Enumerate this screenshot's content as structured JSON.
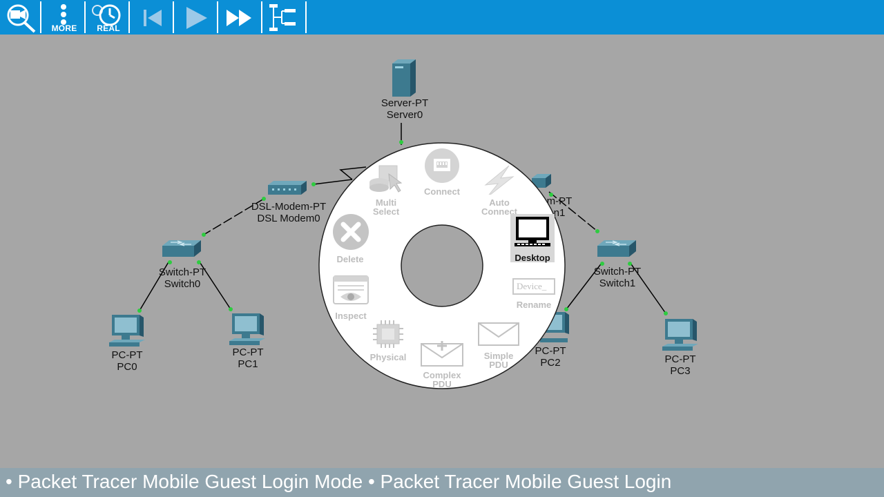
{
  "toolbar": {
    "buttons": [
      {
        "id": "inspect-canvas",
        "label": "",
        "icon": "view-inspect-icon"
      },
      {
        "id": "more",
        "label": "MORE",
        "icon": "more-vertical-icon"
      },
      {
        "id": "realtime",
        "label": "REAL",
        "icon": "clock-icon"
      },
      {
        "id": "step-back",
        "label": "",
        "icon": "step-back-icon"
      },
      {
        "id": "play",
        "label": "",
        "icon": "play-icon"
      },
      {
        "id": "fast-forward",
        "label": "",
        "icon": "fast-forward-icon"
      },
      {
        "id": "topology",
        "label": "",
        "icon": "topology-tree-icon"
      }
    ]
  },
  "devices": [
    {
      "id": "server0",
      "line1": "Server-PT",
      "line2": "Server0"
    },
    {
      "id": "dslmodem0",
      "line1": "DSL-Modem-PT",
      "line2": "DSL Modem0"
    },
    {
      "id": "modem1",
      "line1": "m-PT",
      "line2": "n1"
    },
    {
      "id": "switch0",
      "line1": "Switch-PT",
      "line2": "Switch0"
    },
    {
      "id": "switch1",
      "line1": "Switch-PT",
      "line2": "Switch1"
    },
    {
      "id": "pc0",
      "line1": "PC-PT",
      "line2": "PC0"
    },
    {
      "id": "pc1",
      "line1": "PC-PT",
      "line2": "PC1"
    },
    {
      "id": "pc2",
      "line1": "PC-PT",
      "line2": "PC2"
    },
    {
      "id": "pc3",
      "line1": "PC-PT",
      "line2": "PC3"
    }
  ],
  "radial_menu": {
    "items": [
      {
        "id": "multi-select",
        "label": "Multi\nSelect",
        "icon": "multi-select-icon",
        "active": false
      },
      {
        "id": "connect",
        "label": "Connect",
        "icon": "connect-port-icon",
        "active": false
      },
      {
        "id": "auto-connect",
        "label": "Auto\nConnect",
        "icon": "lightning-icon",
        "active": false
      },
      {
        "id": "delete",
        "label": "Delete",
        "icon": "delete-x-icon",
        "active": false
      },
      {
        "id": "desktop",
        "label": "Desktop",
        "icon": "desktop-monitor-icon",
        "active": true
      },
      {
        "id": "inspect",
        "label": "Inspect",
        "icon": "inspect-eye-icon",
        "active": false
      },
      {
        "id": "rename",
        "label": "Rename",
        "icon": "rename-field-icon",
        "field_text": "Device_",
        "active": false
      },
      {
        "id": "physical",
        "label": "Physical",
        "icon": "chip-icon",
        "active": false
      },
      {
        "id": "complex-pdu",
        "label": "Complex\nPDU",
        "icon": "envelope-plus-icon",
        "active": false
      },
      {
        "id": "simple-pdu",
        "label": "Simple\nPDU",
        "icon": "envelope-icon",
        "active": false
      }
    ]
  },
  "status_bar": {
    "text": "• Packet Tracer Mobile Guest Login Mode • Packet Tracer Mobile Guest Login"
  },
  "colors": {
    "toolbar": "#0b8fd6",
    "canvas": "#a6a6a6",
    "status_bar": "#90a4ae",
    "link": "#000000",
    "port_light": "#2ecc40",
    "device": "#3d7a8f"
  }
}
